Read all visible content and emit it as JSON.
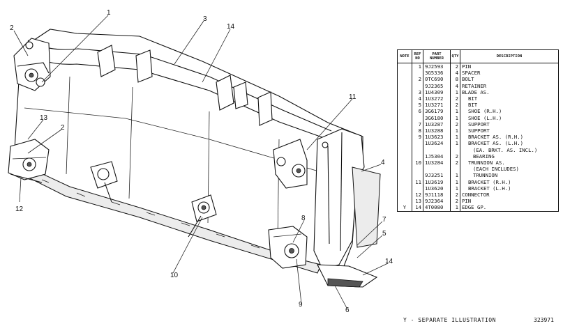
{
  "drawing": {
    "callouts": [
      "1",
      "2",
      "3",
      "14",
      "13",
      "2",
      "12",
      "11",
      "4",
      "7",
      "5",
      "8",
      "14",
      "10",
      "9",
      "6"
    ]
  },
  "table": {
    "headers": {
      "note": "NOTE",
      "ref": "REF NO",
      "part": "PART NUMBER",
      "qty": "QTY",
      "desc": "DESCRIPTION"
    },
    "rows": [
      {
        "note": "",
        "ref": "1",
        "part": "9J2593",
        "qty": "2",
        "desc": "PIN",
        "indent": 0
      },
      {
        "note": "",
        "ref": "",
        "part": "3G5336",
        "qty": "4",
        "desc": "SPACER",
        "indent": 0
      },
      {
        "note": "",
        "ref": "2",
        "part": "0TC690",
        "qty": "8",
        "desc": "BOLT",
        "indent": 0
      },
      {
        "note": "",
        "ref": "",
        "part": "9J2365",
        "qty": "4",
        "desc": "RETAINER",
        "indent": 0
      },
      {
        "note": "",
        "ref": "3",
        "part": "1U4309",
        "qty": "1",
        "desc": "BLADE AS.",
        "indent": 0
      },
      {
        "note": "",
        "ref": "4",
        "part": "1U3272",
        "qty": "2",
        "desc": "BIT",
        "indent": 1
      },
      {
        "note": "",
        "ref": "5",
        "part": "1U3271",
        "qty": "2",
        "desc": "BIT",
        "indent": 1
      },
      {
        "note": "",
        "ref": "6",
        "part": "3G6179",
        "qty": "1",
        "desc": "SHOE (R.H.)",
        "indent": 1
      },
      {
        "note": "",
        "ref": "",
        "part": "3G6180",
        "qty": "1",
        "desc": "SHOE (L.H.)",
        "indent": 1
      },
      {
        "note": "",
        "ref": "7",
        "part": "1U3287",
        "qty": "2",
        "desc": "SUPPORT",
        "indent": 1
      },
      {
        "note": "",
        "ref": "8",
        "part": "1U3288",
        "qty": "1",
        "desc": "SUPPORT",
        "indent": 1
      },
      {
        "note": "",
        "ref": "9",
        "part": "1U3623",
        "qty": "1",
        "desc": "BRACKET AS. (R.H.)",
        "indent": 1
      },
      {
        "note": "",
        "ref": "",
        "part": "1U3624",
        "qty": "1",
        "desc": "BRACKET AS. (L.H.)",
        "indent": 1
      },
      {
        "note": "",
        "ref": "",
        "part": "",
        "qty": "",
        "desc": "(EA. BRKT. AS. INCL.)",
        "indent": 2
      },
      {
        "note": "",
        "ref": "",
        "part": "1J5304",
        "qty": "2",
        "desc": "BEARING",
        "indent": 2
      },
      {
        "note": "",
        "ref": "10",
        "part": "1U3284",
        "qty": "2",
        "desc": "TRUNNION AS.",
        "indent": 1
      },
      {
        "note": "",
        "ref": "",
        "part": "",
        "qty": "",
        "desc": "(EACH INCLUDES)",
        "indent": 2
      },
      {
        "note": "",
        "ref": "",
        "part": "9J3251",
        "qty": "1",
        "desc": "TRUNNION",
        "indent": 2
      },
      {
        "note": "",
        "ref": "11",
        "part": "1U3619",
        "qty": "1",
        "desc": "BRACKET (R.H.)",
        "indent": 1
      },
      {
        "note": "",
        "ref": "",
        "part": "1U3620",
        "qty": "1",
        "desc": "BRACKET (L.H.)",
        "indent": 1
      },
      {
        "note": "",
        "ref": "12",
        "part": "9J1118",
        "qty": "2",
        "desc": "CONNECTOR",
        "indent": 0
      },
      {
        "note": "",
        "ref": "13",
        "part": "9J2364",
        "qty": "2",
        "desc": "PIN",
        "indent": 0
      },
      {
        "note": "Y",
        "ref": "14",
        "part": "4T0080",
        "qty": "1",
        "desc": "EDGE GP.",
        "indent": 0
      }
    ]
  },
  "footnote": "Y - SEPARATE ILLUSTRATION",
  "illustration_number": "323971"
}
